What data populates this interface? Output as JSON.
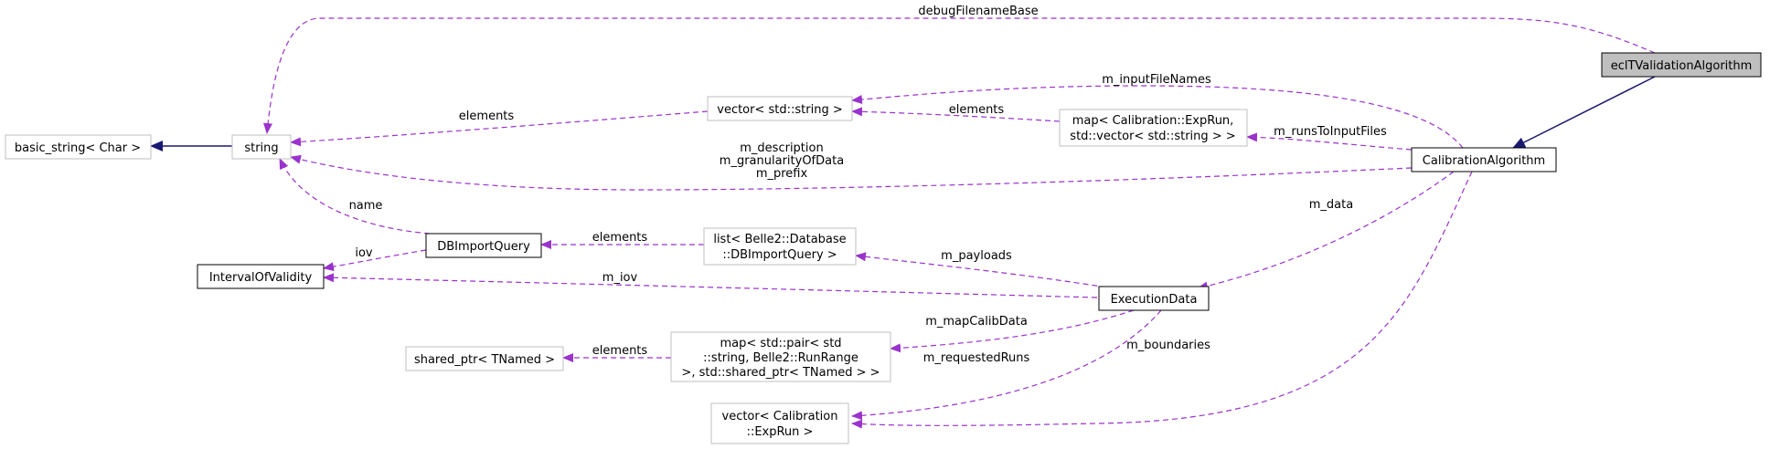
{
  "colors": {
    "usage_edge": "#9a32cd",
    "inherit_edge": "#191970",
    "node_border_gray": "#bfbfbf",
    "node_border_black": "#000000",
    "focus_fill": "#bfbfbf"
  },
  "nodes": {
    "eclTValidationAlgorithm": [
      "eclTValidationAlgorithm"
    ],
    "CalibrationAlgorithm": [
      "CalibrationAlgorithm"
    ],
    "string": [
      "string"
    ],
    "basic_string": [
      "basic_string< Char >"
    ],
    "vector_string": [
      "vector< std::string >"
    ],
    "map_exprun": [
      "map< Calibration::ExpRun,",
      "std::vector< std::string > >"
    ],
    "DBImportQuery": [
      "DBImportQuery"
    ],
    "list_dbimport": [
      "list< Belle2::Database",
      "::DBImportQuery >"
    ],
    "IntervalOfValidity": [
      "IntervalOfValidity"
    ],
    "ExecutionData": [
      "ExecutionData"
    ],
    "shared_ptr": [
      "shared_ptr< TNamed >"
    ],
    "map_pair": [
      "map< std::pair< std",
      "::string, Belle2::RunRange",
      " >, std::shared_ptr< TNamed > >"
    ],
    "vector_exprun": [
      "vector< Calibration",
      "::ExpRun >"
    ]
  },
  "edge_labels": {
    "debugFilenameBase": "debugFilenameBase",
    "m_inputFileNames": "m_inputFileNames",
    "elements_vector_string": "elements",
    "elements_map_exprun": "elements",
    "m_runsToInputFiles": "m_runsToInputFiles",
    "m_description_group": [
      "m_description",
      "m_granularityOfData",
      "m_prefix"
    ],
    "m_data": "m_data",
    "name": "name",
    "iov": "iov",
    "elements_list": "elements",
    "m_payloads": "m_payloads",
    "m_iov": "m_iov",
    "m_mapCalibData": "m_mapCalibData",
    "elements_shared_ptr": "elements",
    "m_requestedRuns": "m_requestedRuns",
    "m_boundaries": "m_boundaries"
  }
}
